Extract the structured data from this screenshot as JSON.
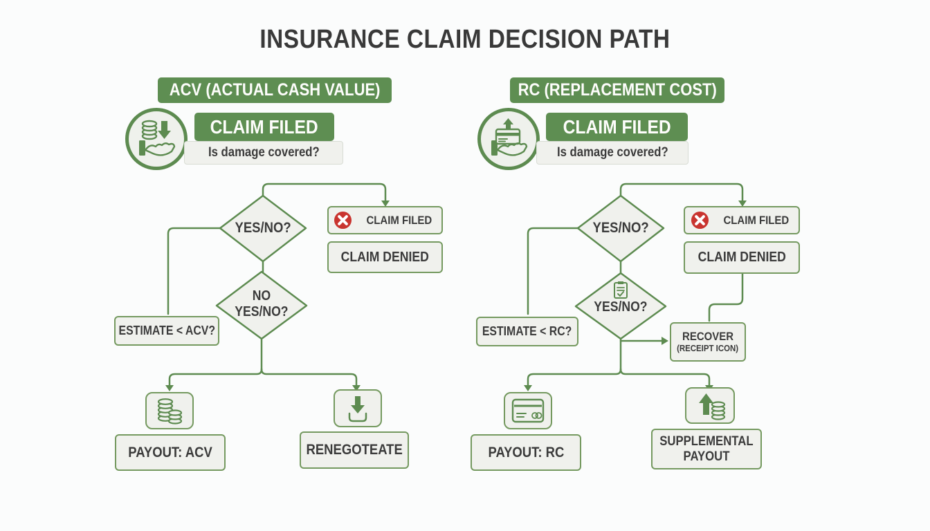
{
  "title": "INSURANCE CLAIM DECISION PATH",
  "colors": {
    "green": "#5d8b50",
    "banner_green": "#5e8e52",
    "box_fill": "#f0f1ed",
    "border_green": "#74995f",
    "text_dark": "#3b3b3b",
    "red": "#c9342f",
    "background": "#fbfcfc"
  },
  "acv": {
    "header": "ACV (ACTUAL CASH VALUE)",
    "header_icon": "coins-into-hand",
    "claim_filed": "CLAIM FILED",
    "question": "Is damage covered?",
    "diamond1": "YES/NO?",
    "diamond2_line1": "NO",
    "diamond2_line2": "YES/NO?",
    "result1": "CLAIM FILED",
    "result1_icon": "red-x",
    "result2": "CLAIM DENIED",
    "estimate": "ESTIMATE < ACV?",
    "payout": "PAYOUT: ACV",
    "payout_icon": "coin-stacks",
    "renegotiate": "RENEGOTEATE",
    "renegotiate_icon": "download-arrow"
  },
  "rc": {
    "header": "RC (REPLACEMENT COST)",
    "header_icon": "card-into-hand",
    "claim_filed": "CLAIM FILED",
    "question": "Is damage covered?",
    "diamond1": "YES/NO?",
    "diamond2": "YES/NO?",
    "diamond2_icon": "checklist",
    "result1": "CLAIM FILED",
    "result1_icon": "red-x",
    "result2": "CLAIM DENIED",
    "estimate": "ESTIMATE < RC?",
    "recover_line1": "RECOVER",
    "recover_line2": "(RECEIPT ICON)",
    "payout": "PAYOUT: RC",
    "payout_icon": "credit-card",
    "supplemental_line1": "SUPPLEMENTAL",
    "supplemental_line2": "PAYOUT",
    "supplemental_icon": "up-arrow-coins"
  }
}
